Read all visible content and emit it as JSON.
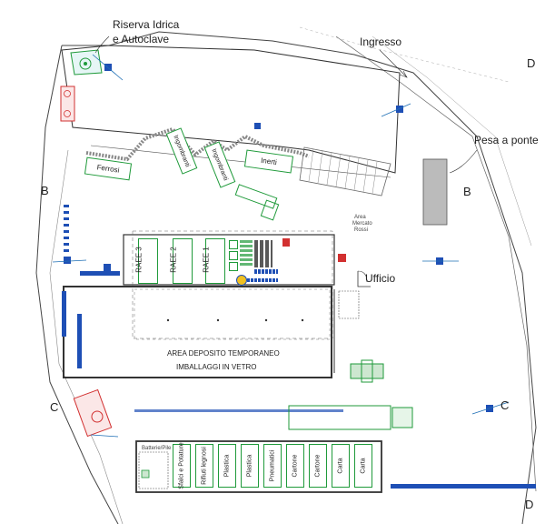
{
  "labels": {
    "reserve_line1": "Riserva Idrica",
    "reserve_line2": "e Autoclave",
    "entrance": "Ingresso",
    "scale": "Pesa a ponte",
    "office": "Ufficio",
    "deposit_line1": "AREA DEPOSITO TEMPORANEO",
    "deposit_line2": "IMBALLAGGI IN VETRO",
    "small_area_line1": "Area",
    "small_area_line2": "Mercato",
    "small_area_line3": "Rossi",
    "small_box": "Batterie/Pile"
  },
  "sections": {
    "b_left": "B",
    "b_right": "B",
    "c_left": "C",
    "c_right": "C",
    "d_top": "D",
    "d_bottom": "D"
  },
  "upper_containers": [
    {
      "id": "ferrosi",
      "label": "Ferrosi"
    },
    {
      "id": "ingombranti-1",
      "label": "Ingombranti"
    },
    {
      "id": "ingombranti-2",
      "label": "Ingombranti"
    },
    {
      "id": "inerti",
      "label": "Inerti"
    }
  ],
  "raee": [
    {
      "label": "RAEE 3"
    },
    {
      "label": "RAEE 2"
    },
    {
      "label": "RAEE 1"
    }
  ],
  "bottom_containers": [
    {
      "label": "Sfalci e Potature"
    },
    {
      "label": "Rifiuti legnosi"
    },
    {
      "label": "Plastica"
    },
    {
      "label": "Plastica"
    },
    {
      "label": "Pneumatici"
    },
    {
      "label": "Cartone"
    },
    {
      "label": "Cartone"
    },
    {
      "label": "Carta"
    },
    {
      "label": "Carta"
    }
  ],
  "colors": {
    "green": "#1f9a3a",
    "blue": "#1e4fb5",
    "red": "#d23030",
    "line": "#333333",
    "grey": "#9a9a9a"
  }
}
